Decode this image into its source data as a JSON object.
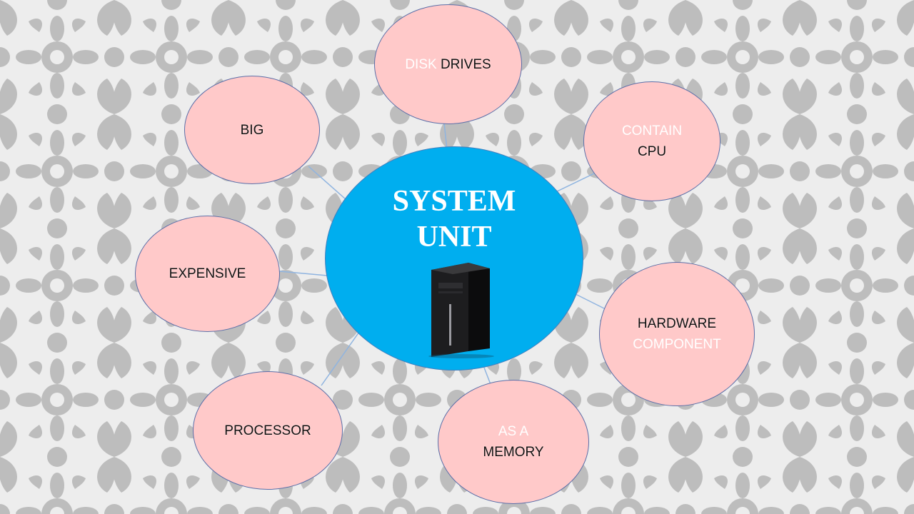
{
  "center": {
    "title_line1": "SYSTEM",
    "title_line2": "UNIT",
    "image_icon": "desktop-tower-icon"
  },
  "bubbles": {
    "disk_drives": {
      "part1": "DISK ",
      "part2": "DRIVES"
    },
    "big": {
      "text": "BIG"
    },
    "contain_cpu": {
      "line1": "CONTAIN",
      "line2": "CPU"
    },
    "expensive": {
      "text": "EXPENSIVE"
    },
    "hardware_component": {
      "line1": "HARDWARE",
      "line2": "COMPONENT"
    },
    "processor": {
      "text": "PROCESSOR"
    },
    "as_a_memory": {
      "line1": "AS A",
      "line2": "MEMORY"
    }
  },
  "colors": {
    "center_fill": "#00aeef",
    "bubble_fill": "#ffc9c9",
    "bubble_border": "#5b6fa8",
    "connector": "#8fb4e0",
    "background_pattern": "#b7b7b7"
  }
}
